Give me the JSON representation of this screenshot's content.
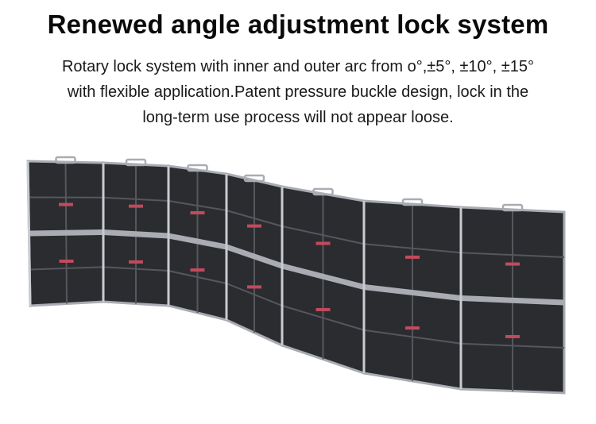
{
  "heading": "Renewed angle adjustment lock system",
  "description": {
    "line1": "Rotary lock system with inner and outer arc from o°,±5°,  ±10°,  ±15°",
    "line2": "with flexible application.Patent pressure buckle design, lock in the",
    "line3": "long-term use process will not appear loose."
  },
  "image": {
    "subject": "curved LED display cabinet wall",
    "panel_count": 7,
    "colors": {
      "panel": "#2b2c30",
      "frame": "#a9acb2",
      "accent": "#c24a5c"
    }
  }
}
